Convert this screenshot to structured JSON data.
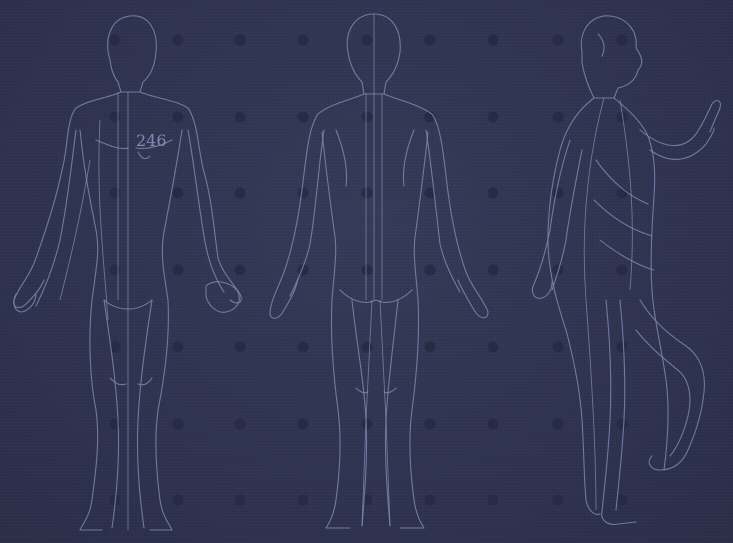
{
  "figure_label": "246",
  "colors": {
    "background": "#2f3450",
    "outline": "#7d86ad",
    "dots": "#262a42"
  },
  "figures": [
    {
      "view": "front"
    },
    {
      "view": "back"
    },
    {
      "view": "side"
    }
  ]
}
